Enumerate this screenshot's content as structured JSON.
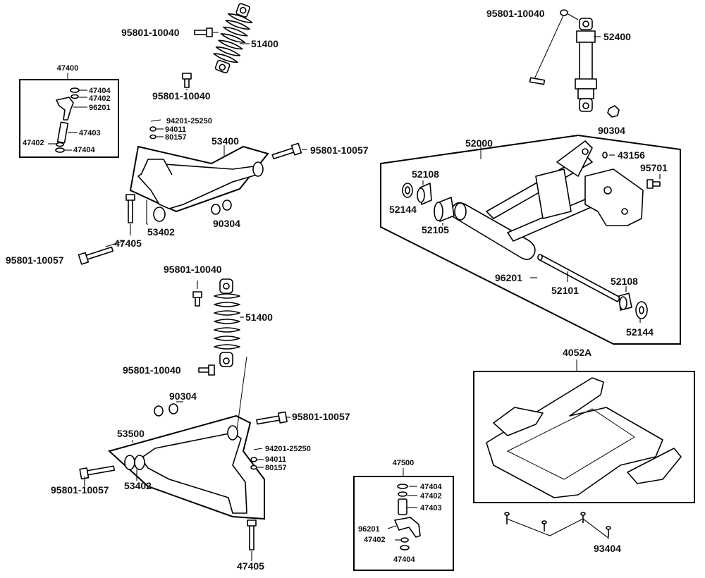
{
  "diagram": {
    "labels": {
      "front_left_assembly": "47400",
      "fla_47404_top": "47404",
      "fla_47402_top": "47402",
      "fla_96201": "96201",
      "fla_47403": "47403",
      "fla_47402_left": "47402",
      "fla_47404_bottom": "47404",
      "shock_top_bolt_a": "95801-10040",
      "shock_top": "51400",
      "shock_top_bolt_b": "95801-10040",
      "bolt_94201_top": "94201-25250",
      "nut_94011_top": "94011",
      "washer_80157_top": "80157",
      "arm_upper": "53400",
      "bolt_10057_right_top": "95801-10057",
      "bushing_53402_top": "53402",
      "nut_90304_top": "90304",
      "bolt_47405_top": "47405",
      "bolt_10057_left_top": "95801-10057",
      "shock_mid_bolt_a": "95801-10040",
      "shock_mid": "51400",
      "shock_mid_bolt_b": "95801-10040",
      "nut_90304_mid": "90304",
      "bolt_10057_right_mid": "95801-10057",
      "arm_lower": "53500",
      "bolt_94201_mid": "94201-25250",
      "nut_94011_mid": "94011",
      "washer_80157_mid": "80157",
      "bolt_10057_left_bottom": "95801-10057",
      "bushing_53402_bottom": "53402",
      "bolt_47405_bottom": "47405",
      "rear_shock_bolt": "95801-10040",
      "rear_shock": "52400",
      "nut_90304_rear": "90304",
      "swingarm": "52000",
      "bolt_43156": "43156",
      "bolt_95701": "95701",
      "bushing_52108_left": "52108",
      "washer_52144_left": "52144",
      "collar_52105": "52105",
      "pin_96201": "96201",
      "shaft_52101": "52101",
      "bushing_52108_right": "52108",
      "washer_52144_right": "52144",
      "skid_plate": "4052A",
      "screw_93404": "93404",
      "front_right_assembly": "47500",
      "fra_47404_top": "47404",
      "fra_47402_top": "47402",
      "fra_47403": "47403",
      "fra_96201": "96201",
      "fra_47402_left": "47402",
      "fra_47404_bottom": "47404"
    }
  }
}
